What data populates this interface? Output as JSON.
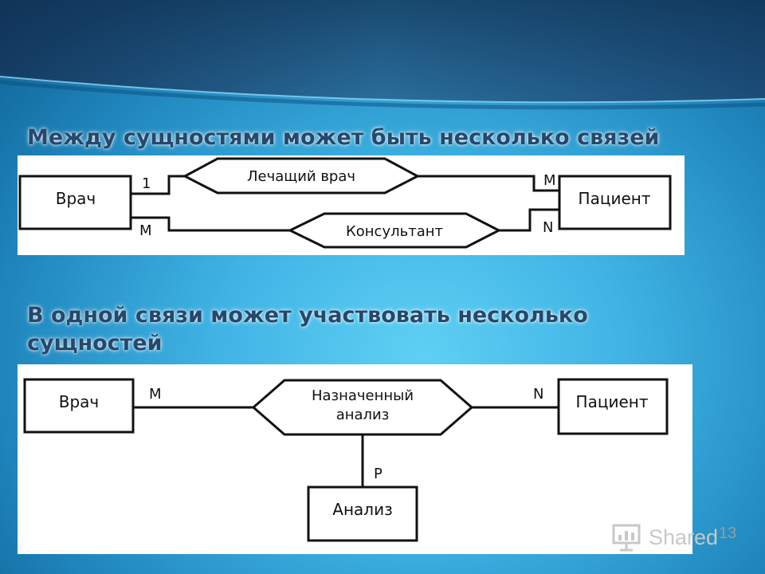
{
  "slide": {
    "heading_1": "Между сущностями может быть несколько связей",
    "heading_2": "В одной связи может участвовать несколько сущностей",
    "page_number": "13",
    "colors": {
      "heading": "#25486b",
      "background_center": "#5fd0f4",
      "background_edge": "#0d5d8f",
      "diagram_panel": "#ffffff",
      "diagram_stroke": "#111111"
    }
  },
  "diagram_1": {
    "entities": {
      "left": "Врач",
      "right": "Пациент"
    },
    "relationships": {
      "top": "Лечащий врач",
      "bottom": "Консультант"
    },
    "cardinalities": {
      "top_left": "1",
      "top_right": "M",
      "bottom_left": "M",
      "bottom_right": "N"
    }
  },
  "diagram_2": {
    "entities": {
      "left": "Врач",
      "right": "Пациент",
      "bottom": "Анализ"
    },
    "relationship": {
      "line_1": "Назначенный",
      "line_2": "анализ"
    },
    "cardinalities": {
      "left": "M",
      "right": "N",
      "bottom": "P"
    }
  },
  "watermark": {
    "text": "Shared",
    "icon": "presentation-chart-icon"
  }
}
